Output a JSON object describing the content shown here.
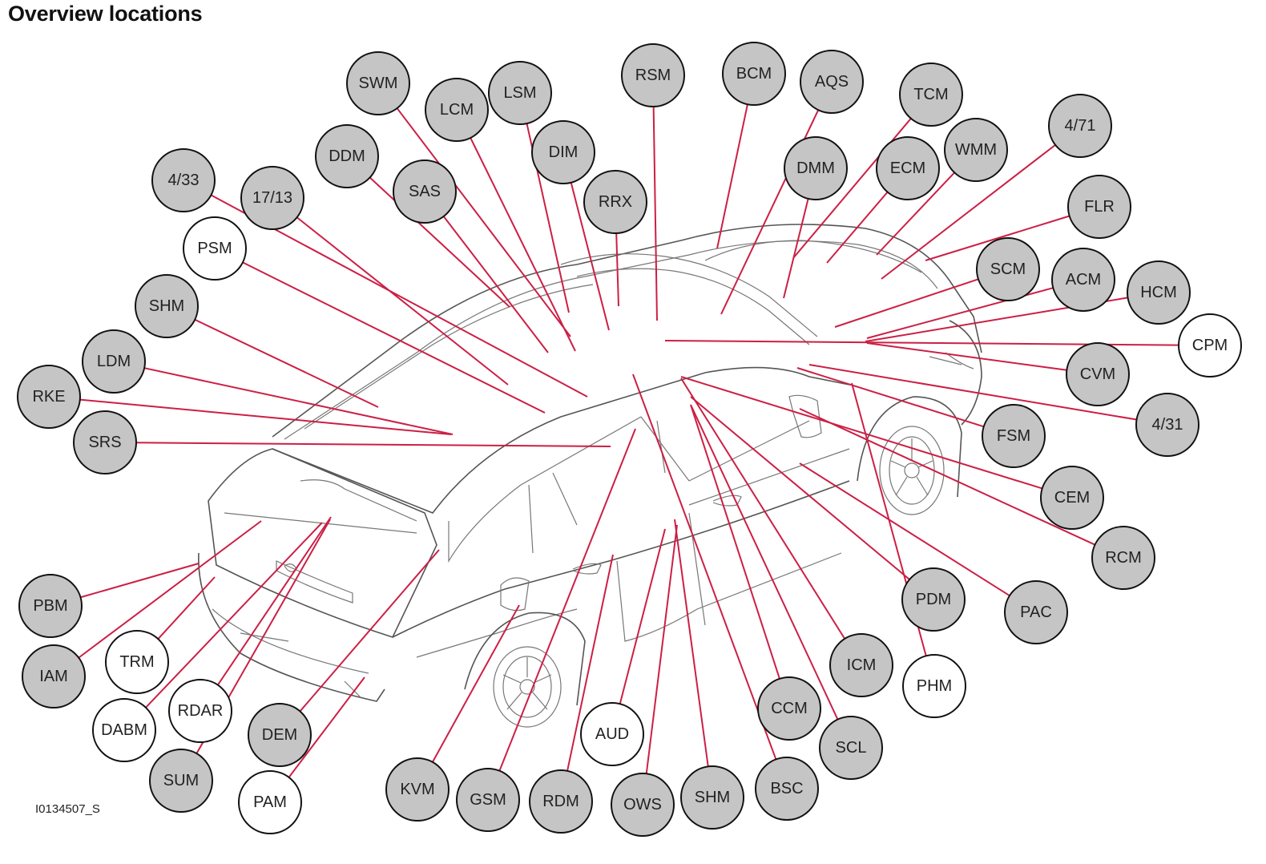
{
  "title": "Overview locations",
  "reference_code": "I0134507_S",
  "colors": {
    "leader": "#cc1f45",
    "module_filled": "#c5c5c5",
    "module_open": "#ffffff",
    "outline": "#111111"
  },
  "modules": [
    {
      "id": "SWM",
      "filled": true
    },
    {
      "id": "LCM",
      "filled": true
    },
    {
      "id": "LSM",
      "filled": true
    },
    {
      "id": "RSM",
      "filled": true
    },
    {
      "id": "BCM",
      "filled": true
    },
    {
      "id": "AQS",
      "filled": true
    },
    {
      "id": "TCM",
      "filled": true
    },
    {
      "id": "DDM",
      "filled": true
    },
    {
      "id": "DIM",
      "filled": true
    },
    {
      "id": "SAS",
      "filled": true
    },
    {
      "id": "RRX",
      "filled": true
    },
    {
      "id": "DMM",
      "filled": true
    },
    {
      "id": "ECM",
      "filled": true
    },
    {
      "id": "WMM",
      "filled": true
    },
    {
      "id": "4/71",
      "filled": true
    },
    {
      "id": "4/33",
      "filled": true
    },
    {
      "id": "17/13",
      "filled": true
    },
    {
      "id": "FLR",
      "filled": true
    },
    {
      "id": "PSM",
      "filled": false
    },
    {
      "id": "SCM",
      "filled": true
    },
    {
      "id": "ACM",
      "filled": true
    },
    {
      "id": "HCM",
      "filled": true
    },
    {
      "id": "SHM",
      "filled": true
    },
    {
      "id": "CPM",
      "filled": false
    },
    {
      "id": "LDM",
      "filled": true
    },
    {
      "id": "CVM",
      "filled": true
    },
    {
      "id": "RKE",
      "filled": true
    },
    {
      "id": "4/31",
      "filled": true
    },
    {
      "id": "SRS",
      "filled": true
    },
    {
      "id": "FSM",
      "filled": true
    },
    {
      "id": "CEM",
      "filled": true
    },
    {
      "id": "RCM",
      "filled": true
    },
    {
      "id": "PBM",
      "filled": true
    },
    {
      "id": "IAM",
      "filled": true
    },
    {
      "id": "PDM",
      "filled": true
    },
    {
      "id": "PAC",
      "filled": true
    },
    {
      "id": "TRM",
      "filled": false
    },
    {
      "id": "ICM",
      "filled": true
    },
    {
      "id": "PHM",
      "filled": false
    },
    {
      "id": "DABM",
      "filled": false
    },
    {
      "id": "RDAR",
      "filled": false
    },
    {
      "id": "CCM",
      "filled": true
    },
    {
      "id": "DEM",
      "filled": true
    },
    {
      "id": "SCL",
      "filled": true
    },
    {
      "id": "SUM",
      "filled": true
    },
    {
      "id": "PAM",
      "filled": false
    },
    {
      "id": "KVM",
      "filled": true
    },
    {
      "id": "GSM",
      "filled": true
    },
    {
      "id": "RDM",
      "filled": true
    },
    {
      "id": "AUD",
      "filled": false
    },
    {
      "id": "OWS",
      "filled": true
    },
    {
      "id": "SHM",
      "filled": true
    },
    {
      "id": "BSC",
      "filled": true
    }
  ]
}
